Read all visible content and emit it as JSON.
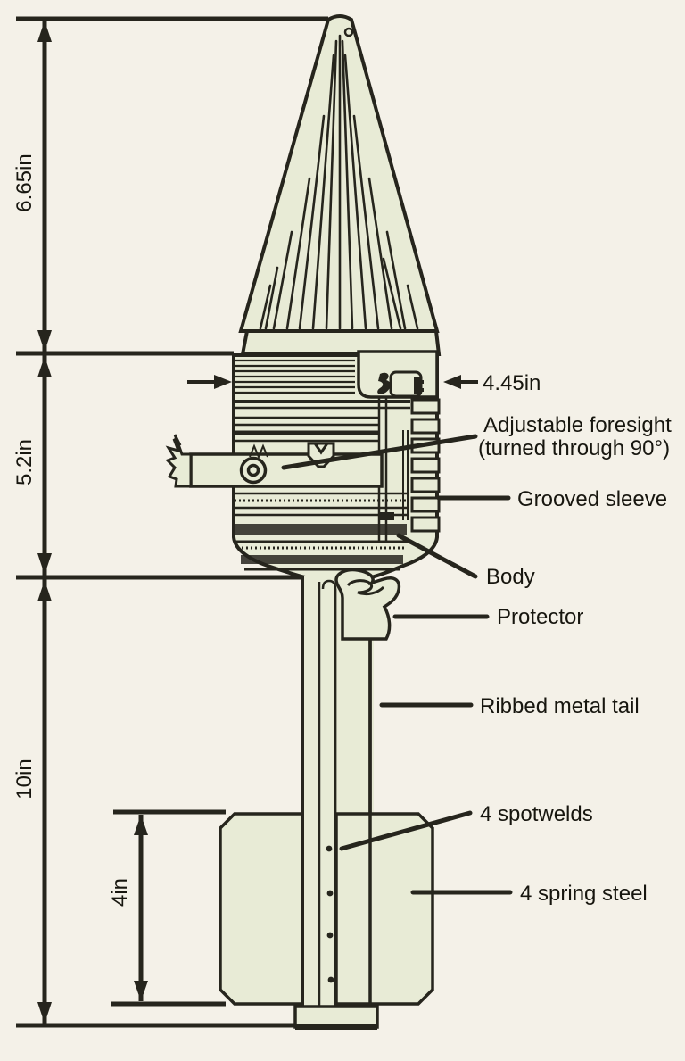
{
  "figure": {
    "background": "#f4f1e8",
    "fill": "#e8ebd6",
    "outline": "#26251d",
    "text_color": "#17160f",
    "subject": "rifle-grenade cutaway diagram"
  },
  "dimensions": {
    "nose_length": "6.65in",
    "body_length": "5.2in",
    "tail_length": "10in",
    "fin_length": "4in",
    "diameter": "4.45in"
  },
  "callouts": {
    "foresight_line1": "Adjustable foresight",
    "foresight_line2": "(turned through 90°)",
    "grooved_sleeve": "Grooved sleeve",
    "body": "Body",
    "protector": "Protector",
    "ribbed_tail": "Ribbed metal tail",
    "spotwelds": "4 spotwelds",
    "spring_steel": "4 spring steel"
  }
}
